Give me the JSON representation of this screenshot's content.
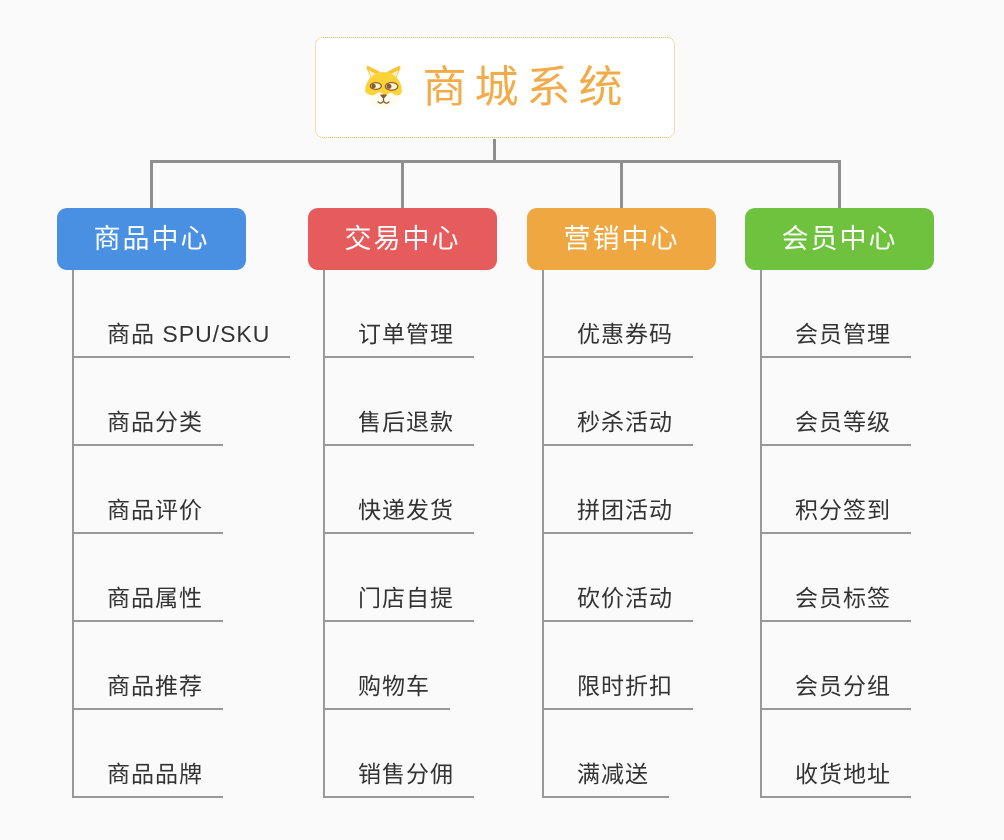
{
  "canvas": {
    "background": "#fafafa",
    "connector_color": "#8f8f8f",
    "leaf_line_color": "#999999",
    "leaf_text_color": "#333333"
  },
  "root": {
    "label": "商城系统",
    "icon": "dog-face-icon",
    "text_color": "#f2ab49",
    "border_color": "#f3b45f",
    "background": "#ffffff"
  },
  "branches": [
    {
      "label": "商品中心",
      "color": "#4a90e2",
      "items": [
        "商品 SPU/SKU",
        "商品分类",
        "商品评价",
        "商品属性",
        "商品推荐",
        "商品品牌"
      ]
    },
    {
      "label": "交易中心",
      "color": "#e65c5c",
      "items": [
        "订单管理",
        "售后退款",
        "快递发货",
        "门店自提",
        "购物车",
        "销售分佣"
      ]
    },
    {
      "label": "营销中心",
      "color": "#efa741",
      "items": [
        "优惠券码",
        "秒杀活动",
        "拼团活动",
        "砍价活动",
        "限时折扣",
        "满减送"
      ]
    },
    {
      "label": "会员中心",
      "color": "#6fc23d",
      "items": [
        "会员管理",
        "会员等级",
        "积分签到",
        "会员标签",
        "会员分组",
        "收货地址"
      ]
    }
  ]
}
